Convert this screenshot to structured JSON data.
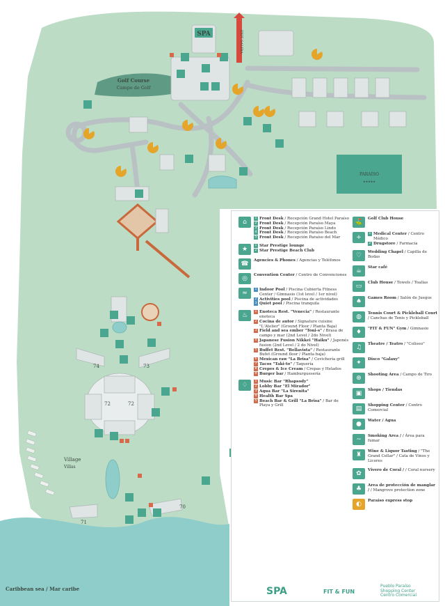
{
  "map": {
    "golf_course": [
      "Golf Course",
      "Campo de Golf"
    ],
    "spa_label": "SPA",
    "exit_label": "EXIT SALIDA",
    "hotel_sign": [
      "PARAÍSO",
      "★★★★★"
    ],
    "village": [
      "Village",
      "Villas"
    ],
    "building_numbers": [
      "74",
      "73",
      "72",
      "72",
      "71",
      "70"
    ],
    "water": [
      "Caribbean sea",
      "Mar caribe"
    ]
  },
  "legend": {
    "left": [
      {
        "icon": "front-desk-icon",
        "lines": [
          {
            "n": "1",
            "color": "green",
            "title": "Front Desk",
            "sub": "Recepción Grand Hotel Paraíso"
          },
          {
            "n": "2",
            "color": "green",
            "title": "Front Desk",
            "sub": "Recepción Paraíso Maya"
          },
          {
            "n": "3",
            "color": "green",
            "title": "Front Desk",
            "sub": "Recepción Paraíso Lindo"
          },
          {
            "n": "4",
            "color": "green",
            "title": "Front Desk",
            "sub": "Recepción Paraíso Beach"
          },
          {
            "n": "5",
            "color": "green",
            "title": "Front Desk",
            "sub": "Recepción Paraíso del Mar"
          }
        ]
      },
      {
        "icon": "star-prestige-icon",
        "lines": [
          {
            "n": "1",
            "color": "green",
            "title": "Star Prestige lounge",
            "sub": ""
          },
          {
            "n": "2",
            "color": "green",
            "title": "Star Prestige Beach Club",
            "sub": ""
          }
        ]
      },
      {
        "icon": "agencies-icon",
        "lines": [
          {
            "n": "",
            "color": "",
            "title": "Agencies & Phones",
            "sub": "Agencias y Teléfonos"
          }
        ]
      },
      {
        "icon": "convention-icon",
        "lines": [
          {
            "n": "",
            "color": "",
            "title": "Convention Center",
            "sub": "Centro de Convenciones"
          }
        ]
      },
      {
        "icon": "pool-icon",
        "lines": [
          {
            "n": "1",
            "color": "blue",
            "title": "Indoor Pool",
            "sub": "Piscina Cubierta Fitness Center / Gimnasio (1st level / 1er nivel)"
          },
          {
            "n": "2",
            "color": "blue",
            "title": "Activities pool",
            "sub": "Piscina de actividades"
          },
          {
            "n": "3",
            "color": "blue",
            "title": "Quiet pool",
            "sub": "Piscina tranquila"
          }
        ]
      },
      {
        "icon": "restaurant-icon",
        "lines": [
          {
            "n": "1",
            "color": "red",
            "title": "Enoteca Rest. \"Venecia\"",
            "sub": "Restaurante enoteca"
          },
          {
            "n": "2",
            "color": "red",
            "title": "Cocina de autor",
            "sub": "Signature cuisine \"L'Atelier\" (Ground Floor / Planta Baja)"
          },
          {
            "n": "3",
            "color": "red",
            "title": "Field and sea ember \"Toni-s\"",
            "sub": "Brasa de campo y mar (2nd Level / 2do Nivel)"
          },
          {
            "n": "4",
            "color": "red",
            "title": "Japanese Fusion Nikkei \"Haiku\"",
            "sub": "Japonés fusion (2nd Level / 2 do Nivel)"
          },
          {
            "n": "5",
            "color": "red",
            "title": "Buffet Rest. \"Bellavista\"",
            "sub": "Restaurante Bufet (Ground floor / Planta baja)"
          },
          {
            "n": "6",
            "color": "red",
            "title": "Mexican raw \"La Brisa\"",
            "sub": "Cevichería grill"
          },
          {
            "n": "7",
            "color": "red",
            "title": "Tacos \"Taki-to\"",
            "sub": "Taquería"
          },
          {
            "n": "8",
            "color": "red",
            "title": "Crepes & Ice Cream",
            "sub": "Crepas y Helados"
          },
          {
            "n": "9",
            "color": "red",
            "title": "Burger bar",
            "sub": "Hamburguesería"
          }
        ]
      },
      {
        "icon": "bar-icon",
        "lines": [
          {
            "n": "1",
            "color": "red",
            "title": "Music Bar \"Rhapsody\"",
            "sub": ""
          },
          {
            "n": "2",
            "color": "red",
            "title": "Lobby Bar \"El Mirador\"",
            "sub": ""
          },
          {
            "n": "3",
            "color": "red",
            "title": "Aqua Bar \"La Sirenita\"",
            "sub": ""
          },
          {
            "n": "4",
            "color": "red",
            "title": "Health Bar Spa",
            "sub": ""
          },
          {
            "n": "5",
            "color": "red",
            "title": "Beach Bar & Grill \"La Brisa\"",
            "sub": "Bar de Playa y Grill"
          }
        ]
      }
    ],
    "right": [
      {
        "icon": "golf-club-icon",
        "lines": [
          {
            "n": "",
            "color": "",
            "title": "Golf Club House",
            "sub": ""
          }
        ]
      },
      {
        "icon": "medical-icon",
        "lines": [
          {
            "n": "1",
            "color": "green",
            "title": "Medical Center",
            "sub": "Centro Médico"
          },
          {
            "n": "2",
            "color": "green",
            "title": "Drugstore",
            "sub": "Farmacia"
          }
        ]
      },
      {
        "icon": "chapel-icon",
        "lines": [
          {
            "n": "",
            "color": "",
            "title": "Wedding Chapel",
            "sub": "Capilla de Bodas"
          }
        ]
      },
      {
        "icon": "cafe-icon",
        "lines": [
          {
            "n": "",
            "color": "",
            "title": "Star café",
            "sub": ""
          }
        ]
      },
      {
        "icon": "towel-icon",
        "lines": [
          {
            "n": "",
            "color": "",
            "title": "Club House",
            "sub": "Towels / Toallas"
          }
        ]
      },
      {
        "icon": "games-icon",
        "lines": [
          {
            "n": "",
            "color": "",
            "title": "Games Room",
            "sub": "Salón de Juegos"
          }
        ]
      },
      {
        "icon": "tennis-icon",
        "lines": [
          {
            "n": "",
            "color": "",
            "title": "Tennis Court & Pickleball Court",
            "sub": "Canchas de Tenis y Pickleball"
          }
        ]
      },
      {
        "icon": "gym-icon",
        "lines": [
          {
            "n": "",
            "color": "",
            "title": "\"FIT & FUN\" Gym",
            "sub": "Gimnasio"
          }
        ]
      },
      {
        "icon": "theatre-icon",
        "lines": [
          {
            "n": "",
            "color": "",
            "title": "Theatre / Teatro",
            "sub": "\"Coliseo\""
          }
        ]
      },
      {
        "icon": "disco-icon",
        "lines": [
          {
            "n": "",
            "color": "",
            "title": "Disco \"Galaxy\"",
            "sub": ""
          }
        ]
      },
      {
        "icon": "shooting-icon",
        "lines": [
          {
            "n": "",
            "color": "",
            "title": "Shooting Area",
            "sub": "Campo de Tiro"
          }
        ]
      },
      {
        "icon": "shops-icon",
        "lines": [
          {
            "n": "",
            "color": "",
            "title": "Shops / Tiendas",
            "sub": ""
          }
        ]
      },
      {
        "icon": "shopping-center-icon",
        "lines": [
          {
            "n": "",
            "color": "",
            "title": "Shopping Center",
            "sub": "Centro Comercial"
          }
        ]
      },
      {
        "icon": "water-icon",
        "lines": [
          {
            "n": "",
            "color": "",
            "title": "Water / Agua",
            "sub": ""
          }
        ]
      },
      {
        "icon": "smoking-icon",
        "lines": [
          {
            "n": "",
            "color": "",
            "title": "Smoking Area /",
            "sub": "Área para fumar"
          }
        ]
      },
      {
        "icon": "wine-icon",
        "lines": [
          {
            "n": "",
            "color": "",
            "title": "Wine & Liquor Tasting",
            "sub": "\"The Grand Cellar\" / Cata de Vinos y Licores"
          }
        ]
      },
      {
        "icon": "coral-icon",
        "lines": [
          {
            "n": "",
            "color": "",
            "title": "Vivero de Coral /",
            "sub": "Coral nursery"
          }
        ]
      },
      {
        "icon": "mangrove-icon",
        "lines": [
          {
            "n": "",
            "color": "",
            "title": "Area de protección de manglar /",
            "sub": "Mangrove protection zone"
          }
        ]
      },
      {
        "icon": "express-stop-icon",
        "lines": [
          {
            "n": "",
            "color": "",
            "title": "Paraíso express stop",
            "sub": ""
          }
        ]
      }
    ]
  },
  "footer": {
    "spa": "SPA",
    "fit": "FIT & FUN",
    "pueblo": [
      "Pueblo Paraíso",
      "Shopping Center",
      "Centro Comercial"
    ]
  },
  "colors": {
    "land": "#bcdcc6",
    "sea": "#8fcdcb",
    "road": "#b9c1c4",
    "accent": "#3d9f86",
    "restaurant": "#d7694b",
    "express": "#e4a52a"
  }
}
